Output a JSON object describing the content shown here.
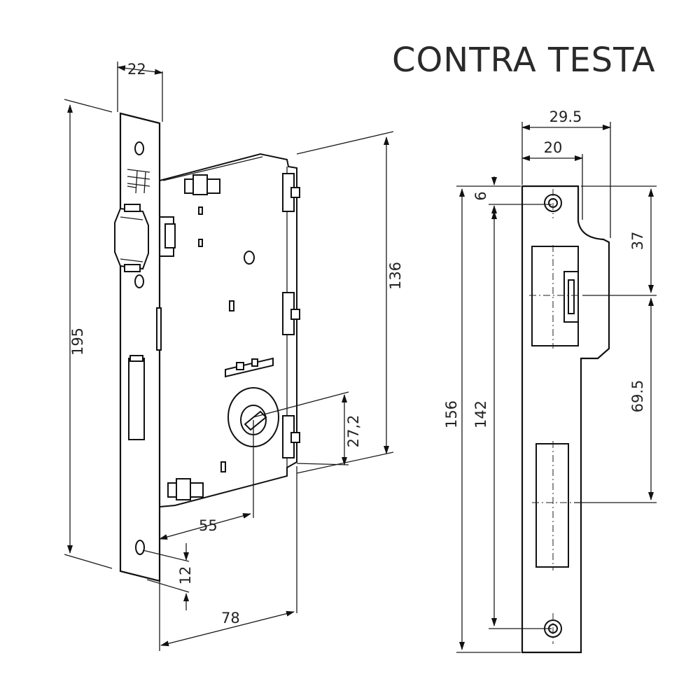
{
  "title": "CONTRA TESTA",
  "mortise_dimensions": {
    "faceplate_width": "22",
    "total_height": "195",
    "case_height": "136",
    "backset_to_center": "55",
    "case_depth": "78",
    "screw_hole_offset": "12",
    "handle_offset": "27,2"
  },
  "strike_dimensions": {
    "total_width": "29.5",
    "inner_width": "20",
    "total_height": "156",
    "hole_spacing": "142",
    "hole_top_offset": "6",
    "latch_offset": "37",
    "latch_to_bolt": "69.5"
  }
}
